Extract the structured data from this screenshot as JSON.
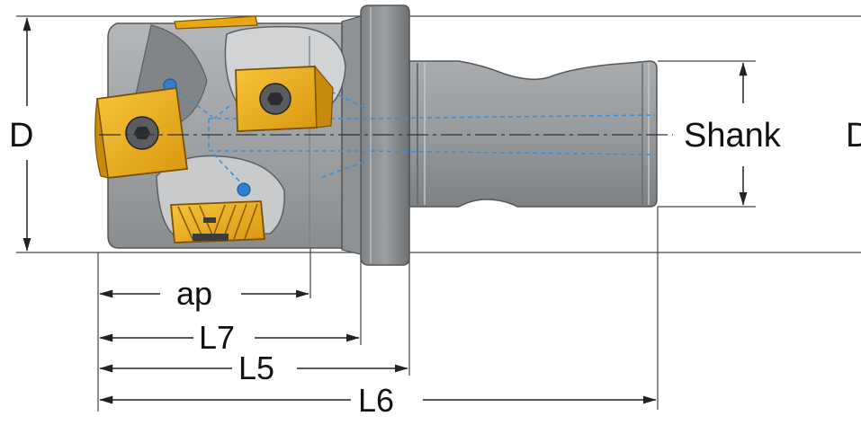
{
  "diagram": {
    "labels": {
      "diameter_left": "D",
      "shank": "Shank",
      "diameter_right": "D",
      "ap": "ap",
      "l7": "L7",
      "l5": "L5",
      "l6": "L6"
    },
    "colors": {
      "body": "#9ea1a4",
      "body_dark": "#6d7073",
      "insert": "#f2b21c",
      "insert_dark": "#b07b06",
      "coolant": "#3a8fd6",
      "coolant_dot": "#2d7fd0",
      "line": "#222222"
    }
  }
}
